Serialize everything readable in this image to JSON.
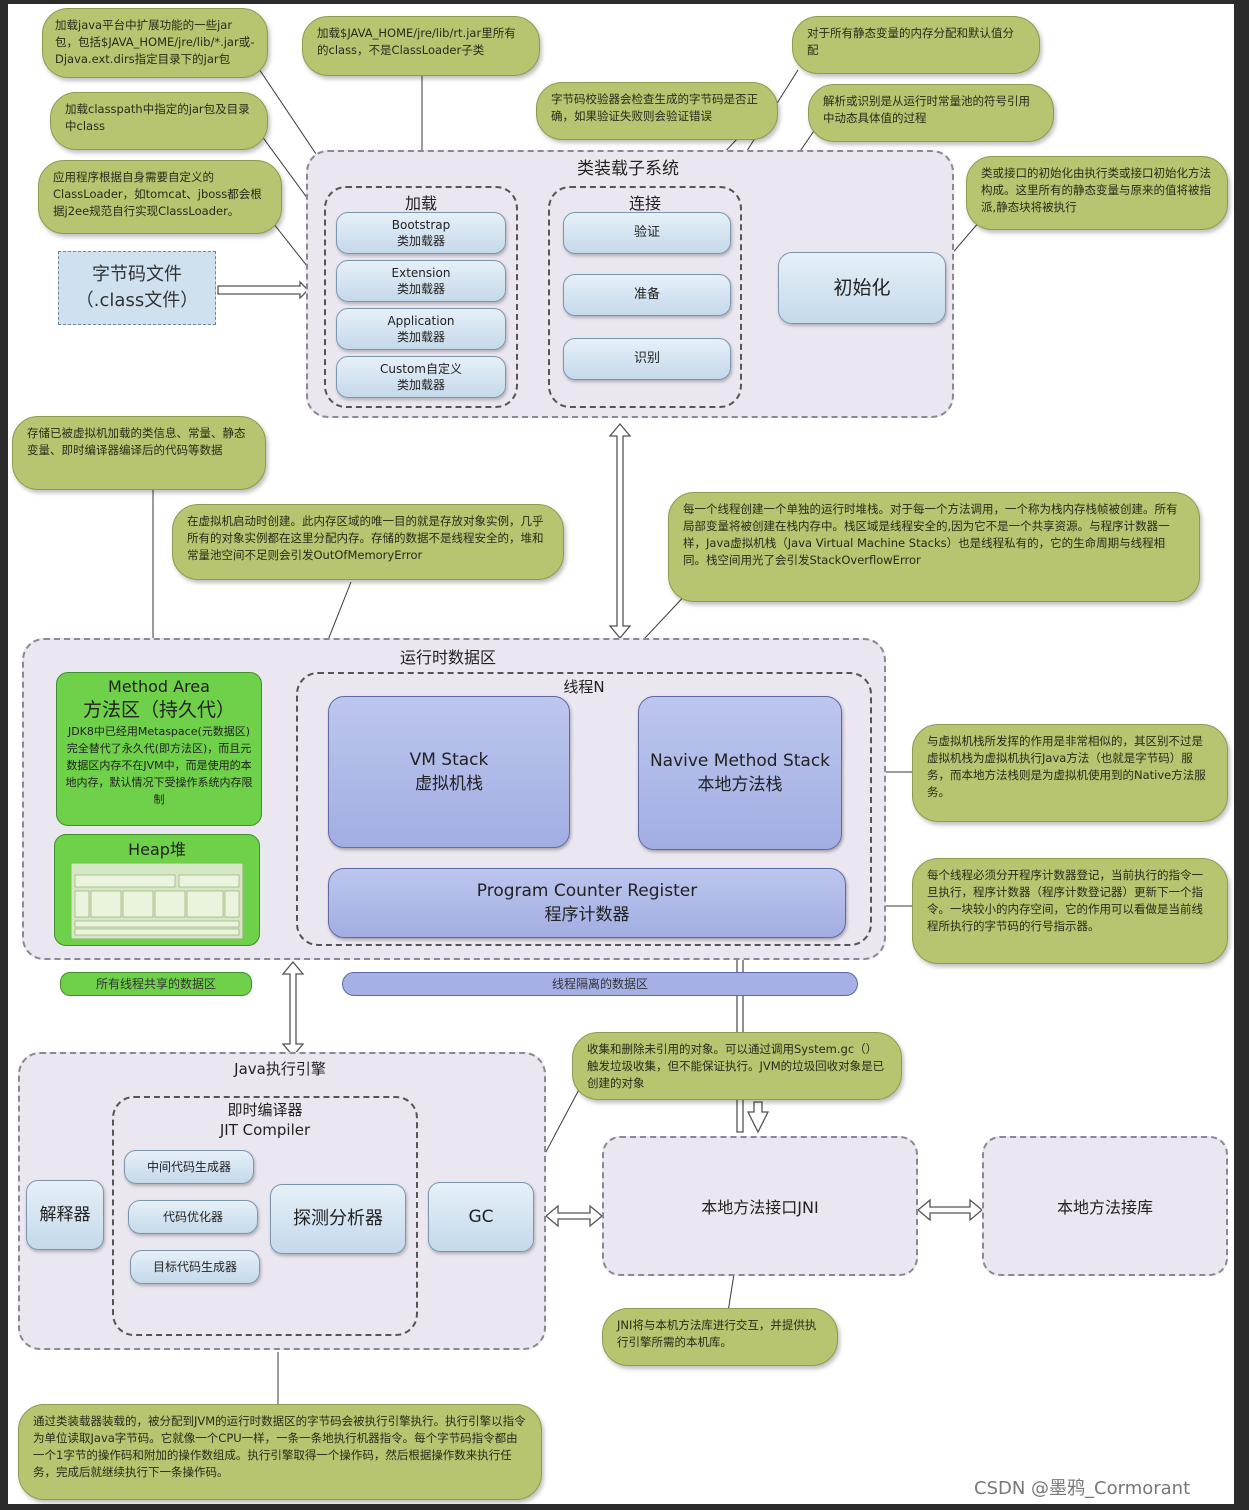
{
  "notes": {
    "ext_loader": "加载java平台中扩展功能的一些jar包，包括$JAVA_HOME/jre/lib/*.jar或-Djava.ext.dirs指定目录下的jar包",
    "bootstrap_loader": "加载$JAVA_HOME/jre/lib/rt.jar里所有的class，不是ClassLoader子类",
    "prepare": "对于所有静态变量的内存分配和默认值分配",
    "classpath_loader": "加载classpath中指定的jar包及目录中class",
    "verify": "字节码校验器会检查生成的字节码是否正确，如果验证失败则会验证错误",
    "resolve": "解析或识别是从运行时常量池的符号引用中动态具体值的过程",
    "custom_loader": "应用程序根据自身需要自定义的ClassLoader，如tomcat、jboss都会根据j2ee规范自行实现ClassLoader。",
    "init": "类或接口的初始化由执行类或接口初始化方法构成。这里所有的静态变量与原来的值将被指派,静态块将被执行",
    "method_area": "存储已被虚拟机加载的类信息、常量、静态变量、即时编译器编译后的代码等数据",
    "heap": "在虚拟机启动时创建。此内存区域的唯一目的就是存放对象实例，几乎所有的对象实例都在这里分配内存。存储的数据不是线程安全的，堆和常量池空间不足则会引发OutOfMemoryError",
    "vm_stack": "每一个线程创建一个单独的运行时堆栈。对于每一个方法调用，一个称为栈内存栈帧被创建。所有局部变量将被创建在栈内存中。栈区域是线程安全的,因为它不是一个共享资源。与程序计数器一样，Java虚拟机栈（Java Virtual Machine Stacks）也是线程私有的，它的生命周期与线程相同。栈空间用光了会引发StackOverflowError",
    "native_stack": "与虚拟机栈所发挥的作用是非常相似的，其区别不过是虚拟机栈为虚拟机执行Java方法（也就是字节码）服务，而本地方法栈则是为虚拟机使用到的Native方法服务。",
    "pc": "每个线程必须分开程序计数器登记，当前执行的指令一旦执行，程序计数器（程序计数登记器）更新下一个指令。一块较小的内存空间，它的作用可以看做是当前线程所执行的字节码的行号指示器。",
    "gc": "收集和删除未引用的对象。可以通过调用System.gc（）触发垃圾收集，但不能保证执行。JVM的垃圾回收对象是已创建的对象",
    "jni": "JNI将与本机方法库进行交互，并提供执行引擎所需的本机库。",
    "engine": "通过类装载器装载的，被分配到JVM的运行时数据区的字节码会被执行引擎执行。执行引擎以指令为单位读取Java字节码。它就像一个CPU一样，一条一条地执行机器指令。每个字节码指令都由一个1字节的操作码和附加的操作数组成。执行引擎取得一个操作码，然后根据操作数来执行任务，完成后就继续执行下一条操作码。"
  },
  "bytecode": {
    "line1": "字节码文件",
    "line2": "（.class文件）"
  },
  "classloader": {
    "title": "类装载子系统",
    "loading_title": "加载",
    "loaders": [
      {
        "en": "Bootstrap",
        "zh": "类加载器"
      },
      {
        "en": "Extension",
        "zh": "类加载器"
      },
      {
        "en": "Application",
        "zh": "类加载器"
      },
      {
        "en": "Custom自定义",
        "zh": "类加载器"
      }
    ],
    "linking_title": "连接",
    "linking": [
      "验证",
      "准备",
      "识别"
    ],
    "init": "初始化"
  },
  "runtime": {
    "title": "运行时数据区",
    "method_area": {
      "en": "Method Area",
      "zh": "方法区（持久代）",
      "desc": "JDK8中已经用Metaspace(元数据区)完全替代了永久代(即方法区)，而且元数据区内存不在JVM中，而是使用的本地内存，默认情况下受操作系统内存限制"
    },
    "heap": "Heap堆",
    "thread_title": "线程N",
    "vm_stack": {
      "en": "VM Stack",
      "zh": "虚拟机栈"
    },
    "native_stack": {
      "en": "Navive Method Stack",
      "zh": "本地方法栈"
    },
    "pc": {
      "en": "Program Counter Register",
      "zh": "程序计数器"
    },
    "shared_label": "所有线程共享的数据区",
    "isolated_label": "线程隔离的数据区"
  },
  "engine": {
    "title": "Java执行引擎",
    "interpreter": "解释器",
    "jit_title_zh": "即时编译器",
    "jit_title_en": "JIT Compiler",
    "jit_items": [
      "中间代码生成器",
      "代码优化器",
      "目标代码生成器"
    ],
    "profiler": "探测分析器",
    "gc": "GC"
  },
  "jni": "本地方法接口JNI",
  "native_lib": "本地方法接库",
  "watermark": "CSDN @墨鸦_Cormorant"
}
